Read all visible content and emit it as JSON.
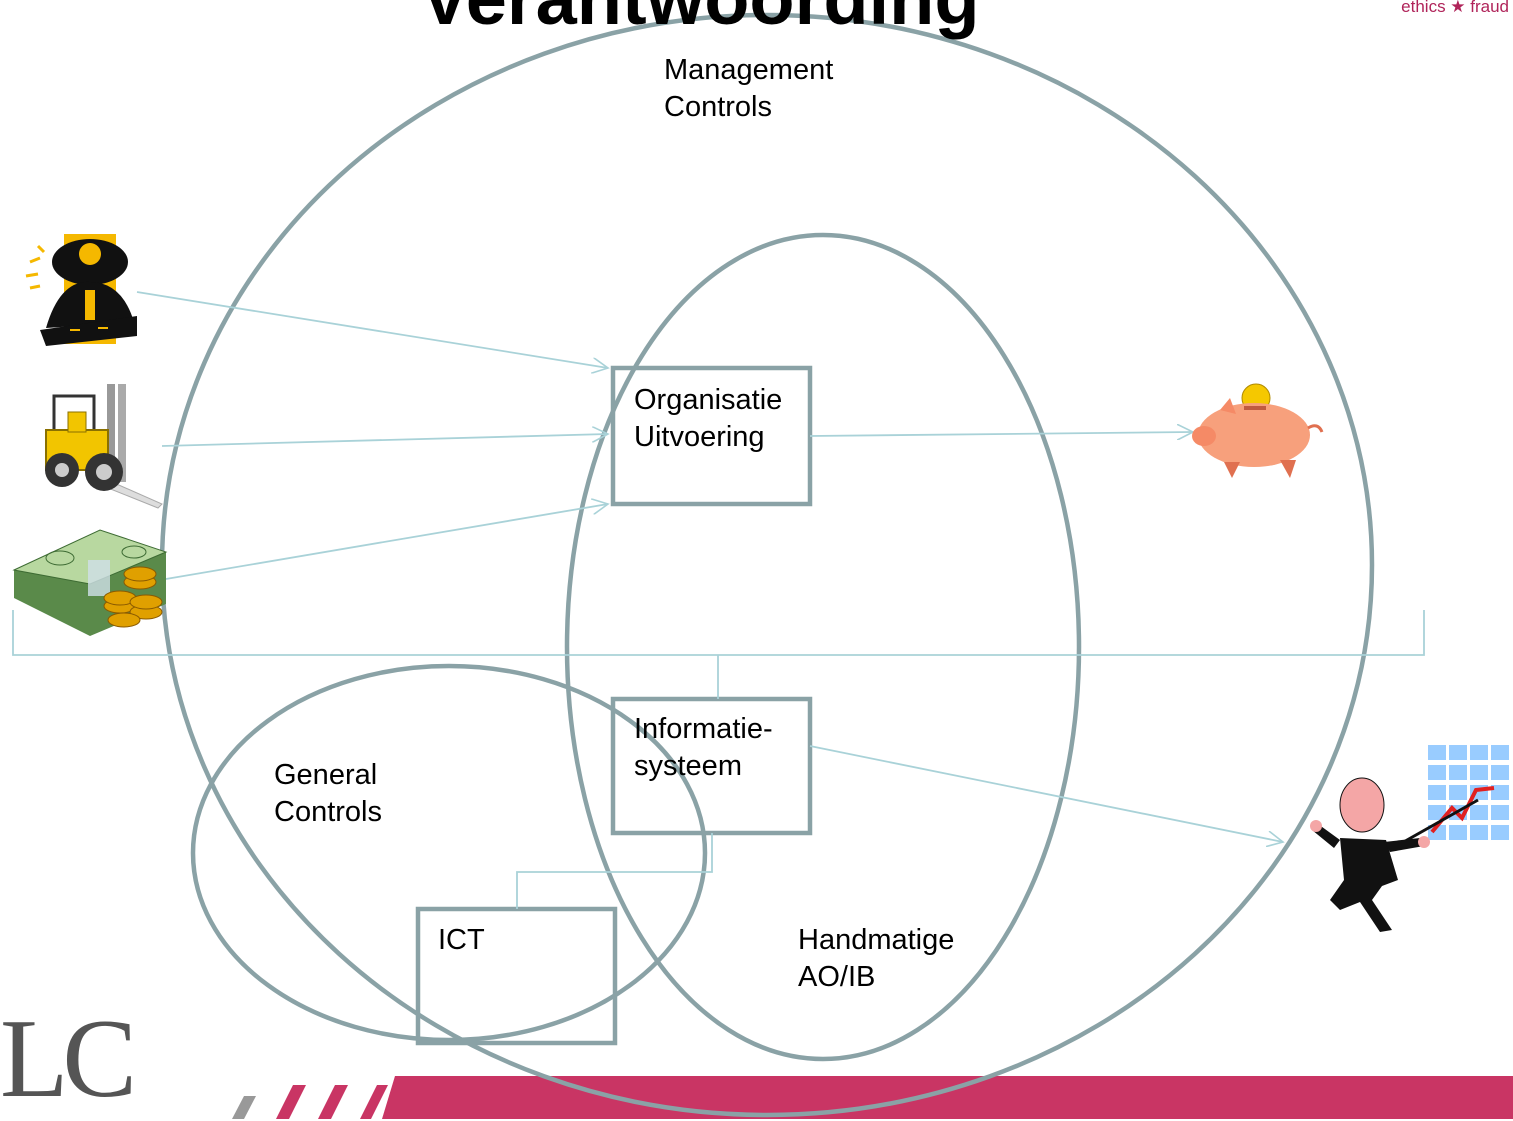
{
  "slide": {
    "title": "Verantwoording",
    "tagline": "ethics ★ fraud",
    "logo_text": "LC"
  },
  "diagram": {
    "regions": {
      "management_controls": "Management\nControls",
      "general_controls": "General\nControls",
      "handmatige_ao_ib": "Handmatige\nAO/IB"
    },
    "boxes": {
      "organisatie": "Organisatie\nUitvoering",
      "informatiesysteem": "Informatie-\nsysteem",
      "ict": "ICT"
    },
    "inputs": [
      "worker-clipart",
      "forklift-clipart",
      "money-clipart"
    ],
    "outputs": [
      "piggy-bank-clipart",
      "presenter-chart-clipart"
    ]
  },
  "colors": {
    "ellipse_stroke": "#8aa2a6",
    "arrow": "#a9d2d8",
    "brand_magenta": "#c8346a",
    "footer_bar": "#c93564"
  }
}
